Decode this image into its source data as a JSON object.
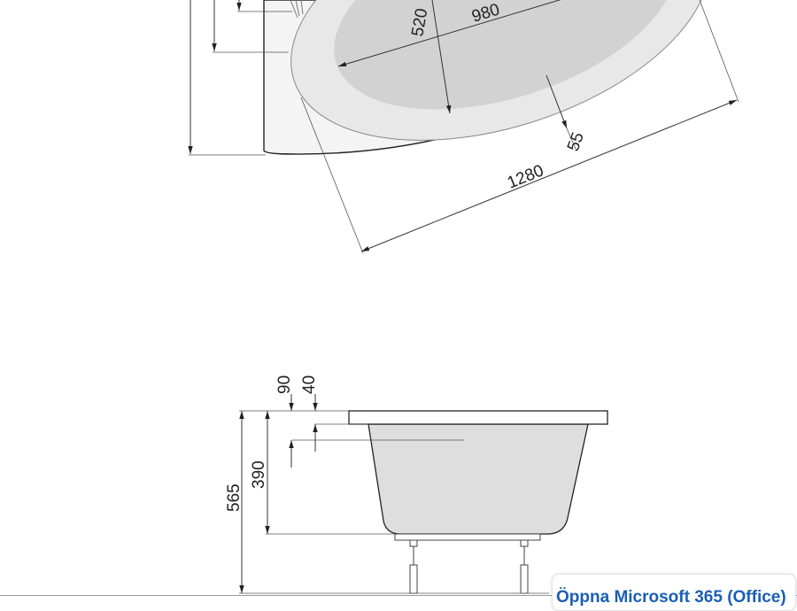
{
  "top_view": {
    "dims": {
      "length_inner": "980",
      "width_inner": "520",
      "rim": "55",
      "overall": "1280"
    }
  },
  "side_view": {
    "dims": {
      "total_height": "565",
      "depth": "390",
      "overflow": "90",
      "rim_thickness": "40"
    }
  },
  "popup": {
    "open_office_label": "Öppna Microsoft 365 (Office)"
  },
  "colors": {
    "link": "#1a5fb4",
    "basin": "#d4d4d4",
    "rim": "#ececec"
  }
}
